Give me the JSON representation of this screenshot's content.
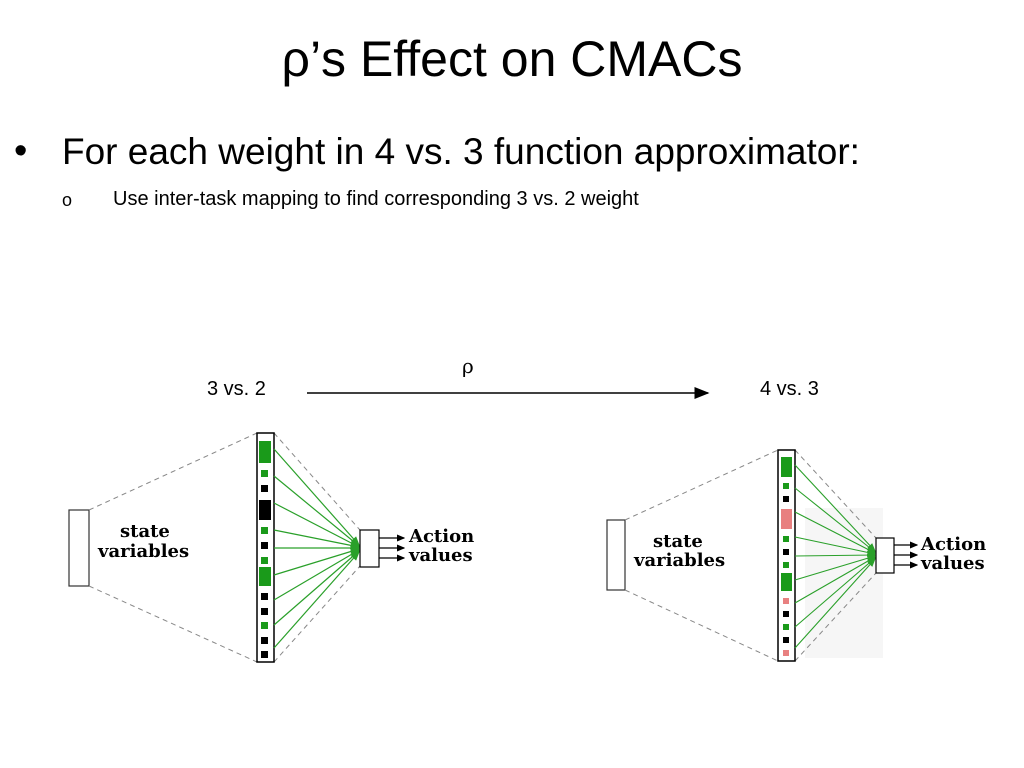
{
  "slide": {
    "title": "ρ’s Effect on CMACs",
    "bullet_marker": "•",
    "bullet_text": "For each weight in 4 vs. 3 function approximator:",
    "sub_marker": "o",
    "sub_text": "Use inter-task mapping to find corresponding 3 vs. 2 weight"
  },
  "mapping": {
    "source_label": "3 vs. 2",
    "target_label": "4 vs. 3",
    "arrow_label": "ρ"
  },
  "left_diagram": {
    "state_label_1": "state",
    "state_label_2": "variables",
    "action_label_1": "Action",
    "action_label_2": "values"
  },
  "right_diagram": {
    "state_label_1": "state",
    "state_label_2": "variables",
    "action_label_1": "Action",
    "action_label_2": "values"
  },
  "colors": {
    "active_weight": "#1a9a1a",
    "inactive_weight": "#000000",
    "mapped_weight": "#e88080",
    "arrow": "#2aa02a",
    "dashed": "#888888"
  }
}
